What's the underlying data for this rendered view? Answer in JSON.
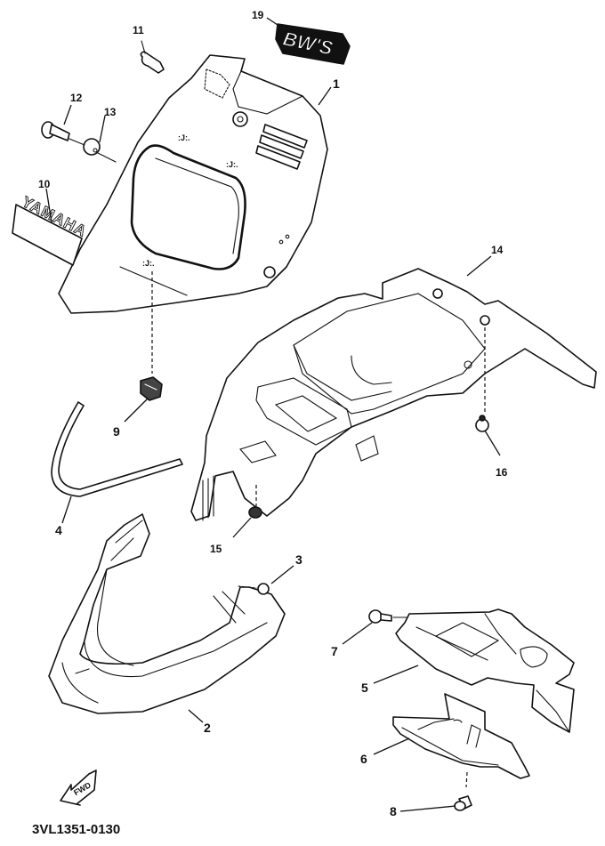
{
  "diagram": {
    "type": "exploded-parts-diagram",
    "drawing_code": "3VL1351-0130",
    "decals": {
      "bws": "BW'S",
      "yamaha": "YAMAHA",
      "fwd": "FWD"
    },
    "callouts": [
      {
        "id": "1",
        "label": "1",
        "part": "front-cover"
      },
      {
        "id": "2",
        "label": "2",
        "part": "lower-cover"
      },
      {
        "id": "3",
        "label": "3",
        "part": "screw"
      },
      {
        "id": "4",
        "label": "4",
        "part": "trim-molding"
      },
      {
        "id": "5",
        "label": "5",
        "part": "under-cover"
      },
      {
        "id": "6",
        "label": "6",
        "part": "cover-plate"
      },
      {
        "id": "7",
        "label": "7",
        "part": "bolt"
      },
      {
        "id": "8",
        "label": "8",
        "part": "screw"
      },
      {
        "id": "9",
        "label": "9",
        "part": "grommet"
      },
      {
        "id": "10",
        "label": "10",
        "part": "yamaha-emblem"
      },
      {
        "id": "11",
        "label": "11",
        "part": "screw"
      },
      {
        "id": "12",
        "label": "12",
        "part": "bolt"
      },
      {
        "id": "13",
        "label": "13",
        "part": "collar"
      },
      {
        "id": "14",
        "label": "14",
        "part": "inner-panel"
      },
      {
        "id": "15",
        "label": "15",
        "part": "nut"
      },
      {
        "id": "16",
        "label": "16",
        "part": "nut"
      },
      {
        "id": "19",
        "label": "19",
        "part": "bws-emblem"
      }
    ]
  }
}
